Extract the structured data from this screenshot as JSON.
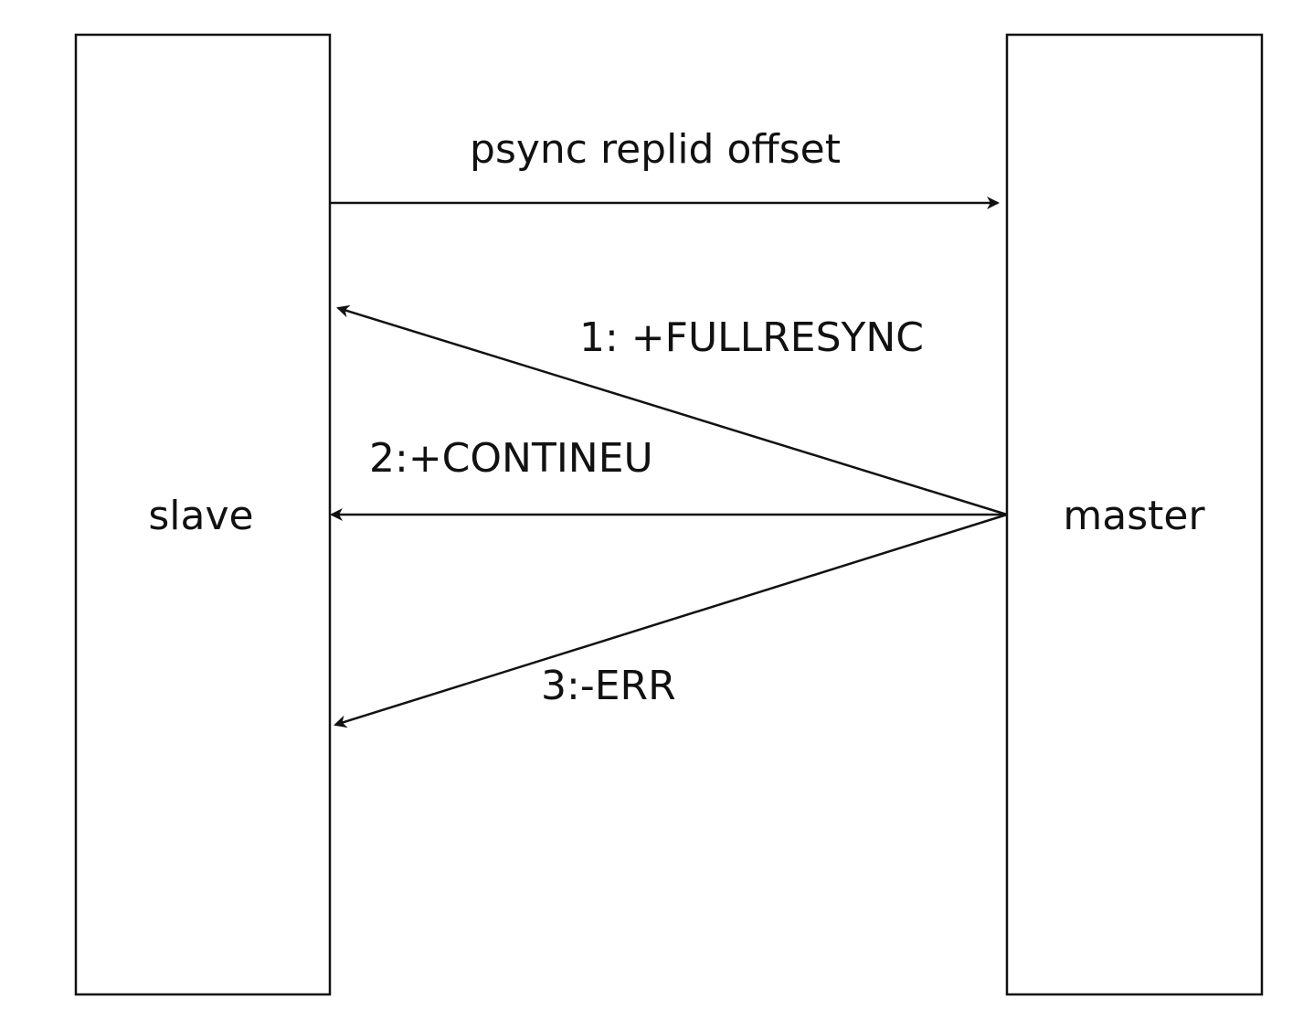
{
  "nodes": {
    "slave": {
      "label": "slave"
    },
    "master": {
      "label": "master"
    }
  },
  "edges": {
    "psync": {
      "label": "psync replid offset",
      "from": "slave",
      "to": "master"
    },
    "fullresync": {
      "label": "1: +FULLRESYNC",
      "from": "master",
      "to": "slave"
    },
    "continue": {
      "label": "2:+CONTINEU",
      "from": "master",
      "to": "slave"
    },
    "err": {
      "label": "3:-ERR",
      "from": "master",
      "to": "slave"
    }
  },
  "colors": {
    "stroke": "#111111",
    "background": "#ffffff"
  }
}
